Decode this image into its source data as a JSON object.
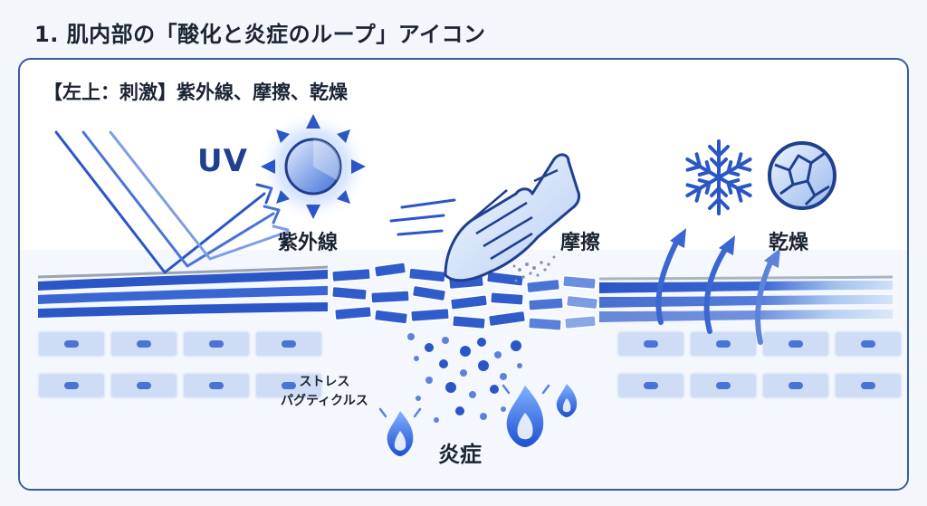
{
  "page": {
    "title": "1. 肌内部の「酸化と炎症のループ」アイコン"
  },
  "panel": {
    "heading": "【左上：刺激】紫外線、摩擦、乾燥",
    "labels": {
      "uv_text": "UV",
      "uv": "紫外線",
      "friction": "摩擦",
      "dryness": "乾燥",
      "particles_line1": "ストレス",
      "particles_line2": "パグティクルス",
      "inflammation": "炎症"
    }
  },
  "icons": [
    "uv-ray-arrows-icon",
    "sun-icon",
    "hand-icon",
    "snowflake-icon",
    "cracked-ball-icon",
    "evaporation-arrow-icon",
    "flame-icon"
  ],
  "colors": {
    "accent": "#2a56c6",
    "dark_blue": "#1f3f8f",
    "light_blue": "#cfdcf5",
    "border": "#3a5c9a"
  }
}
